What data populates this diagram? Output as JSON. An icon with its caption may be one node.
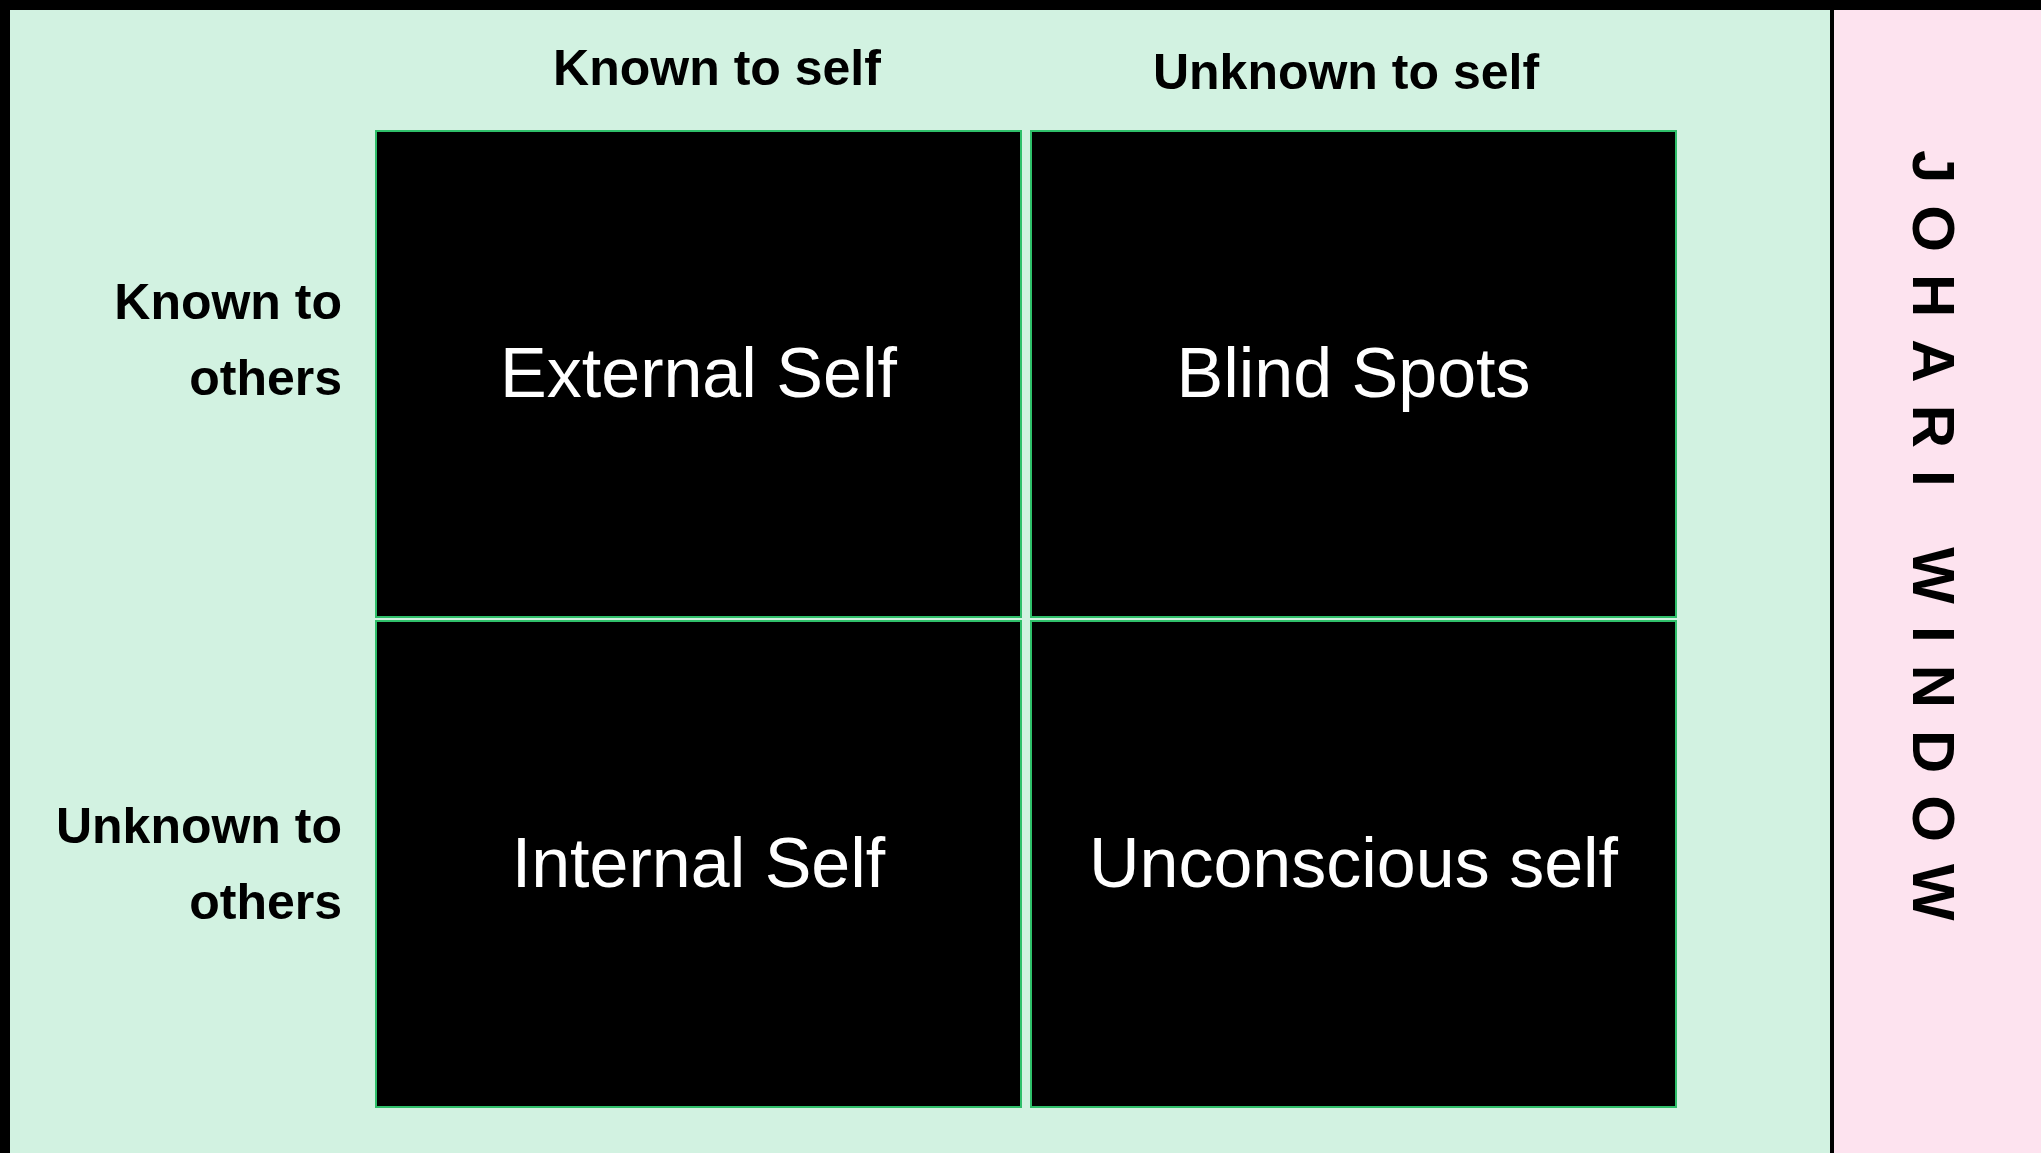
{
  "diagram": {
    "title": "JOHARI WINDOW",
    "nodes": [
      {
        "text": [
          "External Self"
        ]
      },
      {
        "text": [
          "Blind Spots"
        ]
      },
      {
        "text": [
          "Internal Self"
        ]
      },
      {
        "text": [
          "Unconscious self"
        ]
      }
    ],
    "labels": [
      "Known to self",
      "Unknown to self",
      "Known to others",
      "Unknown to others"
    ]
  }
}
